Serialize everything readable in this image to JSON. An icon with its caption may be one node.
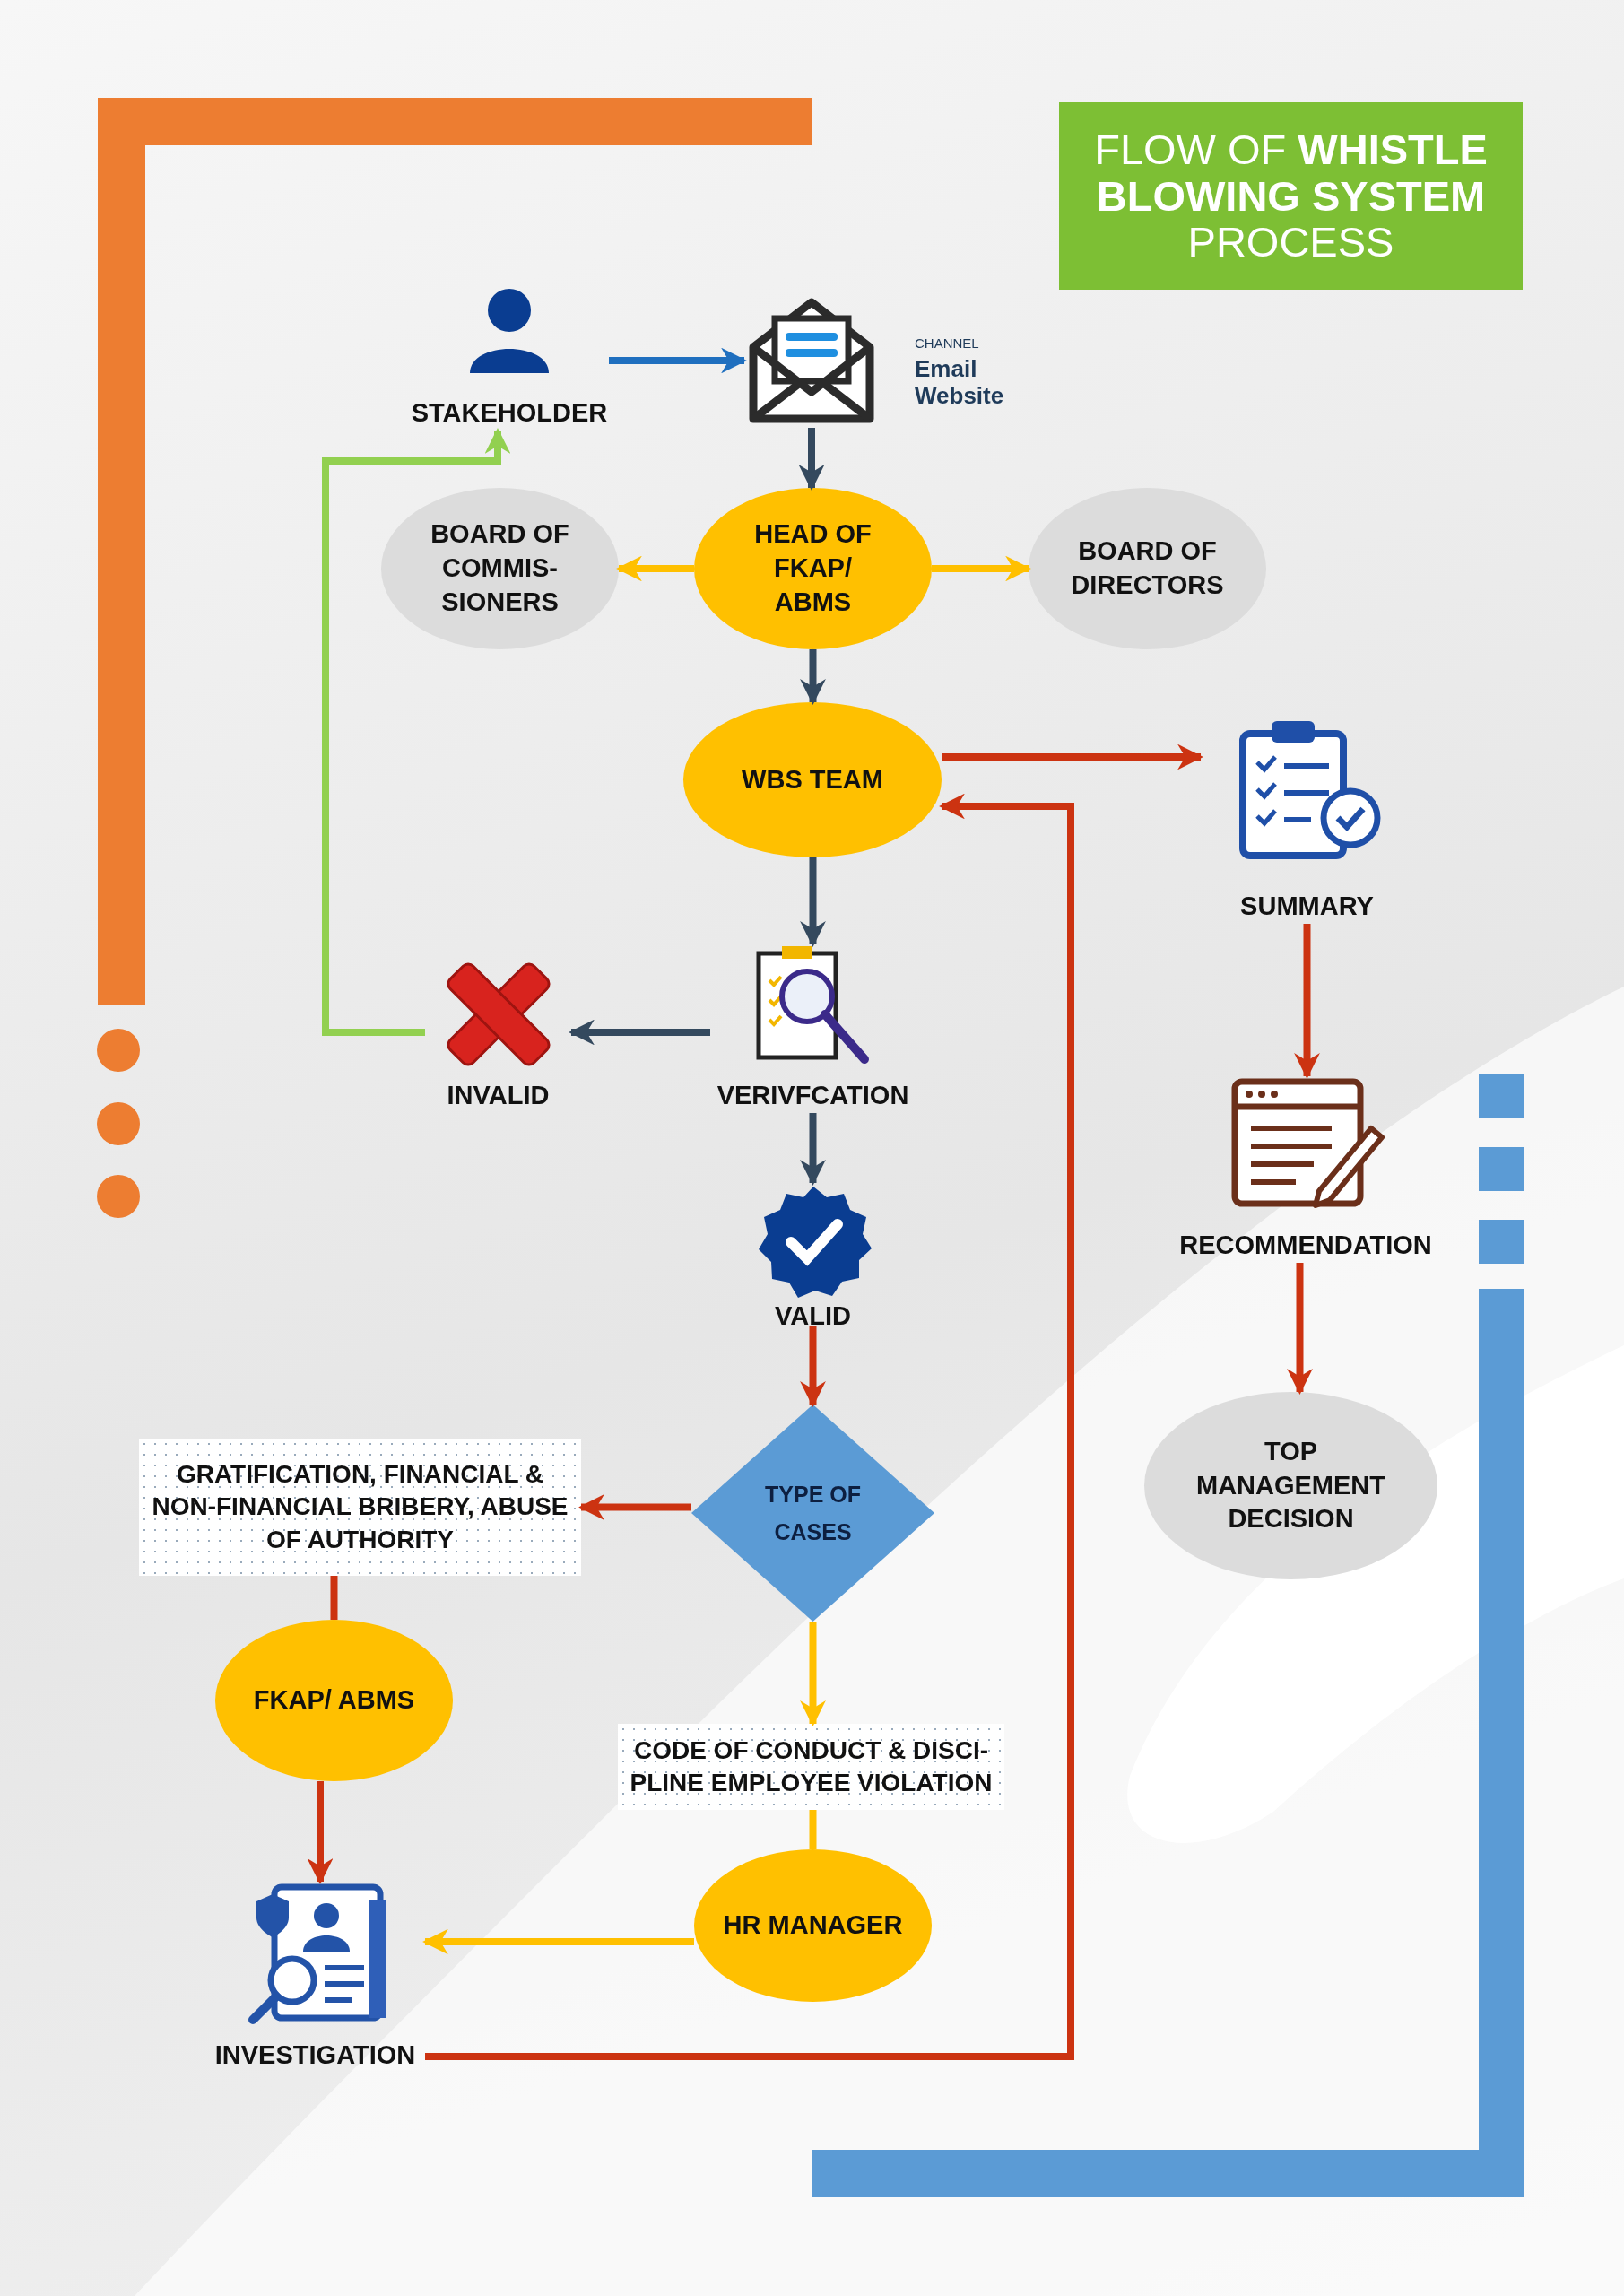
{
  "diagram": {
    "title": "FLOW OF **WHISTLE BLOWING SYSTEM** PROCESS",
    "nodes": [
      {
        "text": [
          "STAKEHOLDER"
        ]
      },
      {
        "text": [],
        "shape": "envelope"
      },
      {
        "text": [
          "BOARD OF COMMIS- SIONERS"
        ]
      },
      {
        "text": [
          "HEAD OF FKAP/ ABMS"
        ]
      },
      {
        "text": [
          "BOARD OF DIRECTORS"
        ]
      },
      {
        "text": [
          "WBS TEAM"
        ]
      },
      {
        "text": [
          "SUMMARY"
        ]
      },
      {
        "text": [
          "VERIVFCATION"
        ]
      },
      {
        "text": [
          "INVALID"
        ]
      },
      {
        "text": [
          "VALID"
        ]
      },
      {
        "text": [
          "RECOMMENDATION"
        ]
      },
      {
        "text": [
          "TOP MANAGEMENT DECISION"
        ]
      },
      {
        "text": [
          "TYPE OF CASES"
        ]
      },
      {
        "text": [
          "GRATIFICATION, FINANCIAL & NON-FINANCIAL BRIBERY, ABUSE OF AUTHORITY"
        ]
      },
      {
        "text": [
          "FKAP/ ABMS"
        ]
      },
      {
        "text": [
          "CODE OF CONDUCT & DISCI- PLINE EMPLOYEE VIOLATION"
        ]
      },
      {
        "text": [
          "HR MANAGER"
        ]
      },
      {
        "text": [
          "INVESTIGATION"
        ]
      }
    ],
    "edges": [
      {
        "from": 0,
        "to": 1,
        "arrow": "to",
        "color": "#1f6fbf"
      },
      {
        "from": 1,
        "to": 3,
        "arrow": "to",
        "color": "#34495e"
      },
      {
        "from": 3,
        "to": 2,
        "arrow": "to",
        "color": "#ffc000"
      },
      {
        "from": 3,
        "to": 4,
        "arrow": "to",
        "color": "#ffc000"
      },
      {
        "from": 3,
        "to": 5,
        "arrow": "to",
        "color": "#34495e"
      },
      {
        "from": 5,
        "to": 6,
        "arrow": "to"
      },
      {
        "from": 6,
        "to": 10,
        "arrow": "to"
      },
      {
        "from": 10,
        "to": 11,
        "arrow": "to"
      },
      {
        "from": 5,
        "to": 7,
        "arrow": "to",
        "color": "#34495e"
      },
      {
        "from": 7,
        "to": 8,
        "arrow": "to",
        "color": "#34495e"
      },
      {
        "from": 8,
        "to": 0,
        "arrow": "to",
        "color": "#92d050"
      },
      {
        "from": 7,
        "to": 9,
        "arrow": "to",
        "color": "#34495e"
      },
      {
        "from": 9,
        "to": 12,
        "arrow": "to"
      },
      {
        "from": 12,
        "to": 13,
        "arrow": "to"
      },
      {
        "from": 12,
        "to": 15,
        "arrow": "to",
        "color": "#ffc000"
      },
      {
        "from": 13,
        "to": 14,
        "arrow": "none"
      },
      {
        "from": 14,
        "to": 17,
        "arrow": "to"
      },
      {
        "from": 15,
        "to": 16,
        "arrow": "none",
        "color": "#ffc000"
      },
      {
        "from": 16,
        "to": 17,
        "arrow": "to",
        "color": "#ffc000"
      },
      {
        "from": 17,
        "to": 5,
        "arrow": "to"
      }
    ],
    "labels": [
      "CHANNEL",
      "Email",
      "Website"
    ]
  }
}
